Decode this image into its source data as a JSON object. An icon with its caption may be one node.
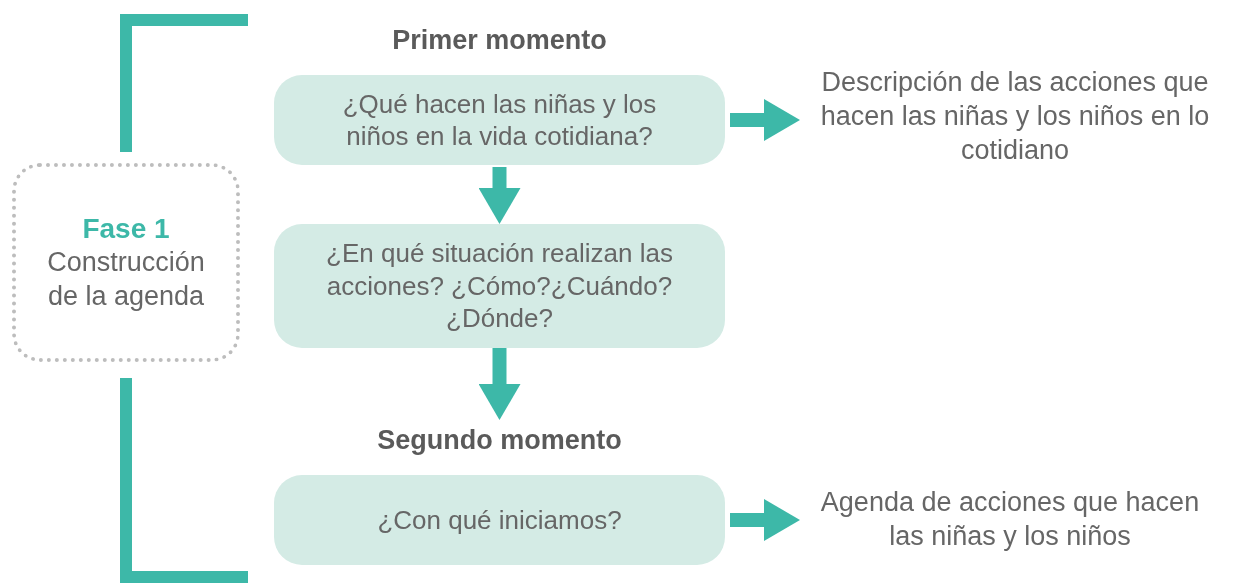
{
  "diagram": {
    "nodes": [
      {
        "text": [
          "Fase 1",
          "Construcción de la agenda"
        ]
      },
      {
        "text": [
          "Primer momento",
          "¿Qué hacen las niñas y los niños en la vida cotidiana?"
        ]
      },
      {
        "text": [
          "Descripción de las acciones que hacen las niñas y los niños en lo cotidiano"
        ]
      },
      {
        "text": [
          "¿En qué situación realizan las acciones? ¿Cómo?¿Cuándo?¿Dónde?"
        ]
      },
      {
        "text": [
          "Segundo momento",
          "¿Con qué iniciamos?"
        ]
      },
      {
        "text": [
          "Agenda de acciones que hacen las niñas y los niños"
        ]
      }
    ],
    "edges": [
      {
        "from": 1,
        "to": 2,
        "arrow": "to"
      },
      {
        "from": 1,
        "to": 3,
        "arrow": "to"
      },
      {
        "from": 3,
        "to": 4,
        "arrow": "to"
      },
      {
        "from": 4,
        "to": 5,
        "arrow": "to"
      }
    ]
  }
}
